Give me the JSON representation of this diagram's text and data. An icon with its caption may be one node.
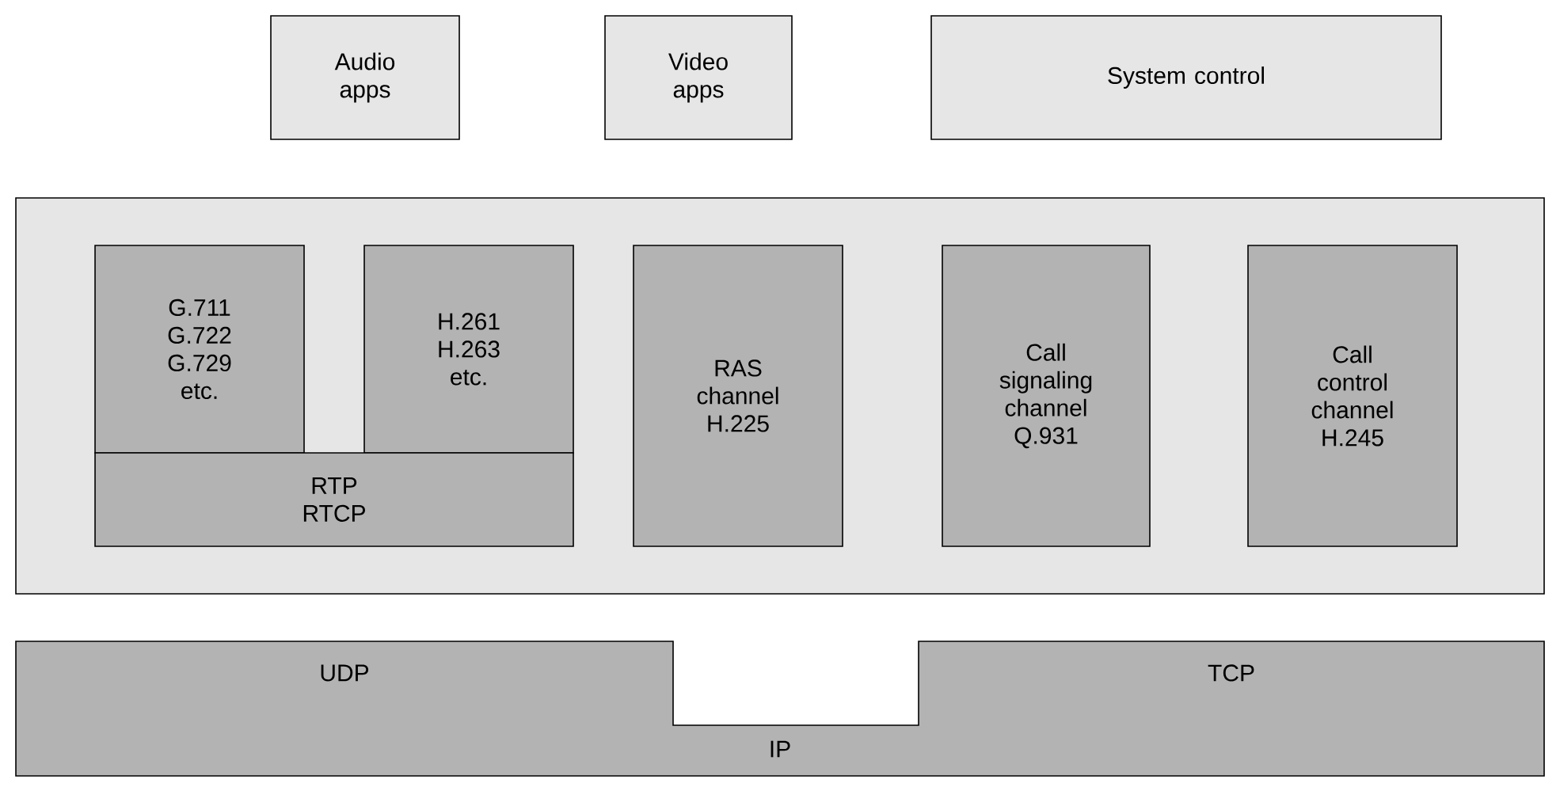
{
  "diagram": {
    "nodes": [
      {
        "text": [
          "Audio apps"
        ]
      },
      {
        "text": [
          "Video apps"
        ]
      },
      {
        "text": [
          "System control"
        ]
      },
      {
        "text": [],
        "shape": "box"
      },
      {
        "text": [
          "G.711 G.722 G.729 etc."
        ],
        "in": 3
      },
      {
        "text": [
          "H.261 H.263 etc."
        ],
        "in": 3
      },
      {
        "text": [
          "RTP RTCP"
        ],
        "in": 3
      },
      {
        "text": [
          "RAS channel H.225"
        ],
        "in": 3
      },
      {
        "text": [
          "Call signaling channel Q.931"
        ],
        "in": 3
      },
      {
        "text": [
          "Call control channel H.245"
        ],
        "in": 3
      },
      {
        "text": [
          "UDP",
          "TCP",
          "IP"
        ]
      }
    ],
    "edges": []
  }
}
